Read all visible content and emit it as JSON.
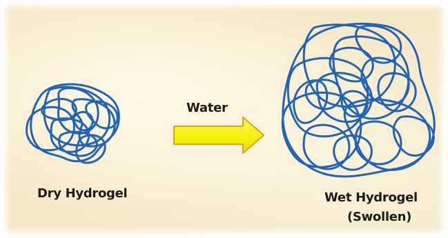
{
  "labels": {
    "dry": "Dry Hydrogel",
    "water": "Water",
    "wet_line1": "Wet Hydrogel",
    "wet_line2": "(Swollen)"
  },
  "colors": {
    "background": "#f7e8c6",
    "coil_stroke": "#1f64b8",
    "arrow_fill": "#f5f10a",
    "arrow_stroke": "#e2a11c",
    "text": "#1b1b1b"
  },
  "icons": {
    "dry_network": "tangled-polymer-coil-icon",
    "wet_network": "swollen-polymer-coil-icon",
    "process_arrow": "right-arrow-icon"
  }
}
